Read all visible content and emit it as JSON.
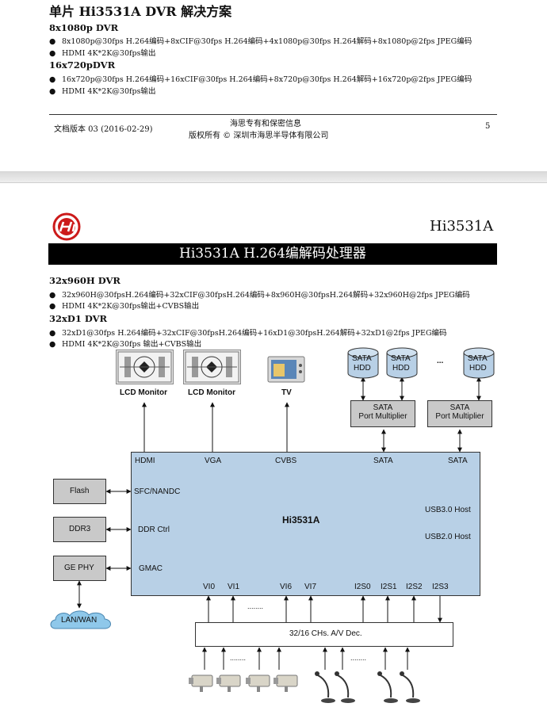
{
  "page1": {
    "title": "单片 Hi3531A DVR 解决方案",
    "section1": {
      "heading": "8x1080p DVR",
      "bullets": [
        "8x1080p@30fps H.264编码+8xCIF@30fps H.264编码+4x1080p@30fps H.264解码+8x1080p@2fps JPEG编码",
        "HDMI 4K*2K@30fps输出"
      ]
    },
    "section2": {
      "heading": "16x720pDVR",
      "bullets": [
        "16x720p@30fps H.264编码+16xCIF@30fps H.264编码+8x720p@30fps H.264解码+16x720p@2fps JPEG编码",
        "HDMI 4K*2K@30fps输出"
      ]
    },
    "footer": {
      "doc_version": "文档版本 03 (2016-02-29)",
      "center_line1": "海思专有和保密信息",
      "center_line2": "版权所有 © 深圳市海思半导体有限公司",
      "page_number": "5"
    }
  },
  "page2": {
    "header_chip": "Hi3531A",
    "banner_title": "Hi3531A H.264编解码处理器",
    "section1": {
      "heading": "32x960H DVR",
      "bullets": [
        "32x960H@30fpsH.264编码+32xCIF@30fpsH.264编码+8x960H@30fpsH.264解码+32x960H@2fps JPEG编码",
        "HDMI 4K*2K@30fps输出+CVBS输出"
      ]
    },
    "section2": {
      "heading": "32xD1 DVR",
      "bullets": [
        "32xD1@30fps H.264编码+32xCIF@30fpsH.264编码+16xD1@30fpsH.264解码+32xD1@2fps JPEG编码",
        "HDMI 4K*2K@30fps 输出+CVBS输出"
      ]
    },
    "bullet_glyph": "●",
    "diagram": {
      "monitor1": "LCD Monitor",
      "monitor2": "LCD Monitor",
      "tv": "TV",
      "hdd_line1": "SATA",
      "hdd_line2": "HDD",
      "ellipsis": "...",
      "mux_line1": "SATA",
      "mux_line2": "Port Multiplier",
      "chip": "Hi3531A",
      "port_hdmi": "HDMI",
      "port_vga": "VGA",
      "port_cvbs": "CVBS",
      "port_sata1": "SATA",
      "port_sata2": "SATA",
      "port_sfc": "SFC/NANDC",
      "port_ddr": "DDR Ctrl",
      "port_gmac": "GMAC",
      "port_usb3": "USB3.0 Host",
      "port_usb2": "USB2.0 Host",
      "flash": "Flash",
      "ddr3": "DDR3",
      "gephy": "GE PHY",
      "lanwan": "LAN/WAN",
      "vi0": "VI0",
      "vi1": "VI1",
      "vi6": "VI6",
      "vi7": "VI7",
      "i2s0": "I2S0",
      "i2s1": "I2S1",
      "i2s2": "I2S2",
      "i2s3": "I2S3",
      "dots": "........",
      "decoder": "32/16 CHs. A/V Dec."
    },
    "colors": {
      "chip_fill": "#b8d0e6",
      "box_gray": "#c9c9c9",
      "banner": "#000000",
      "logo_red": "#cc1a1a",
      "cloud": "#8fc8ea"
    }
  }
}
